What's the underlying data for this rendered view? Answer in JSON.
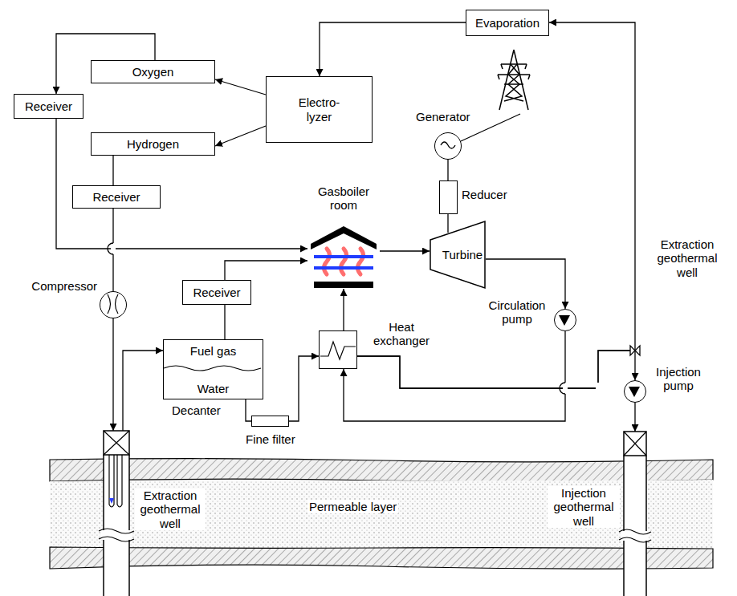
{
  "diagram": {
    "nodes": [
      {
        "text": [
          "Evaporation"
        ]
      },
      {
        "text": [
          "Oxygen"
        ]
      },
      {
        "text": [
          "Electro- lyzer"
        ]
      },
      {
        "text": [
          "Receiver"
        ]
      },
      {
        "text": [
          "Hydrogen"
        ]
      },
      {
        "text": [
          "Receiver"
        ]
      },
      {
        "text": [
          "Gasboiler room"
        ]
      },
      {
        "text": [
          "Generator"
        ]
      },
      {
        "text": [
          "Reducer"
        ]
      },
      {
        "text": [
          "Turbine"
        ]
      },
      {
        "text": [
          "Compressor"
        ]
      },
      {
        "text": [
          "Receiver"
        ]
      },
      {
        "text": [
          "Fuel gas",
          "Water",
          "Decanter"
        ]
      },
      {
        "text": [
          "Heat exchanger"
        ]
      },
      {
        "text": [
          "Circulation pump"
        ]
      },
      {
        "text": [
          "Injection pump"
        ]
      },
      {
        "text": [
          "Fine filter"
        ]
      },
      {
        "text": [
          "Extraction geothermal well"
        ]
      },
      {
        "text": [
          "Permeable layer"
        ]
      },
      {
        "text": [
          "Injection geothermal well"
        ]
      }
    ],
    "edges": [
      {
        "from": 2,
        "to": 1,
        "arrow": "to"
      },
      {
        "from": 2,
        "to": 4,
        "arrow": "to"
      },
      {
        "from": 1,
        "to": 3,
        "arrow": "to"
      },
      {
        "from": 3,
        "to": 6,
        "arrow": "to"
      },
      {
        "from": 4,
        "to": 5,
        "arrow": "none"
      },
      {
        "from": 5,
        "to": 10,
        "arrow": "none"
      },
      {
        "from": 10,
        "to": 17,
        "arrow": "to"
      },
      {
        "from": 17,
        "to": 12,
        "arrow": "to"
      },
      {
        "from": 12,
        "to": 11,
        "arrow": "none"
      },
      {
        "from": 11,
        "to": 6,
        "arrow": "to"
      },
      {
        "from": 12,
        "to": 16,
        "arrow": "none"
      },
      {
        "from": 16,
        "to": 13,
        "arrow": "to"
      },
      {
        "from": 13,
        "to": 6,
        "arrow": "to"
      },
      {
        "from": 6,
        "to": 9,
        "arrow": "to"
      },
      {
        "from": 9,
        "to": 14,
        "arrow": "to"
      },
      {
        "from": 14,
        "to": 13,
        "arrow": "to"
      },
      {
        "from": 13,
        "to": 0,
        "arrow": "to"
      },
      {
        "from": 13,
        "to": 15,
        "arrow": "to"
      },
      {
        "from": 15,
        "to": 19,
        "arrow": "to"
      },
      {
        "from": 0,
        "to": 2,
        "arrow": "to"
      },
      {
        "from": 9,
        "to": 8,
        "arrow": "none"
      },
      {
        "from": 8,
        "to": 7,
        "arrow": "none"
      }
    ],
    "labels": [
      "Extraction geothermal well"
    ]
  }
}
